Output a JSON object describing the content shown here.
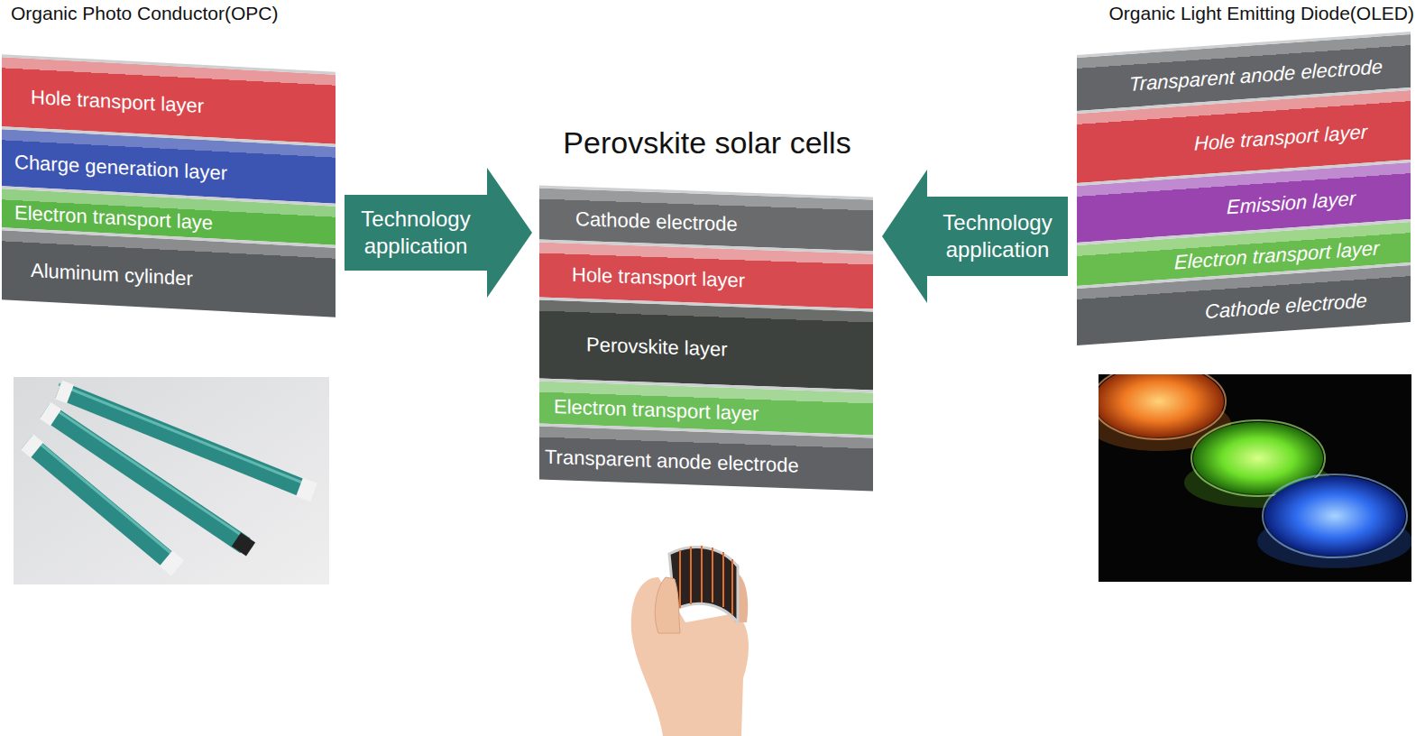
{
  "diagram": {
    "nodes": [
      {
        "text": [
          "Organic Photo Conductor(OPC)"
        ]
      },
      {
        "text": [
          "Hole transport layer"
        ],
        "in": 0
      },
      {
        "text": [
          "Charge generation layer"
        ],
        "in": 0
      },
      {
        "text": [
          "Electron transport laye"
        ],
        "in": 0
      },
      {
        "text": [
          "Aluminum cylinder"
        ],
        "in": 0
      },
      {
        "text": [
          "Perovskite solar cells"
        ]
      },
      {
        "text": [
          "Cathode electrode"
        ],
        "in": 5
      },
      {
        "text": [
          "Hole transport layer"
        ],
        "in": 5
      },
      {
        "text": [
          "Perovskite layer"
        ],
        "in": 5
      },
      {
        "text": [
          "Electron transport layer"
        ],
        "in": 5
      },
      {
        "text": [
          "Transparent anode electrode"
        ],
        "in": 5
      },
      {
        "text": [
          "Organic Light Emitting Diode(OLED)"
        ]
      },
      {
        "text": [
          "Transparent anode electrode"
        ],
        "in": 11
      },
      {
        "text": [
          "Hole transport layer"
        ],
        "in": 11
      },
      {
        "text": [
          "Emission layer"
        ],
        "in": 11
      },
      {
        "text": [
          "Electron transport layer"
        ],
        "in": 11
      },
      {
        "text": [
          "Cathode electrode"
        ],
        "in": 11
      }
    ],
    "edges": [
      {
        "from": 0,
        "to": 5,
        "label": "Technology application",
        "arrow": "to"
      },
      {
        "from": 11,
        "to": 5,
        "label": "Technology application",
        "arrow": "to"
      }
    ]
  }
}
